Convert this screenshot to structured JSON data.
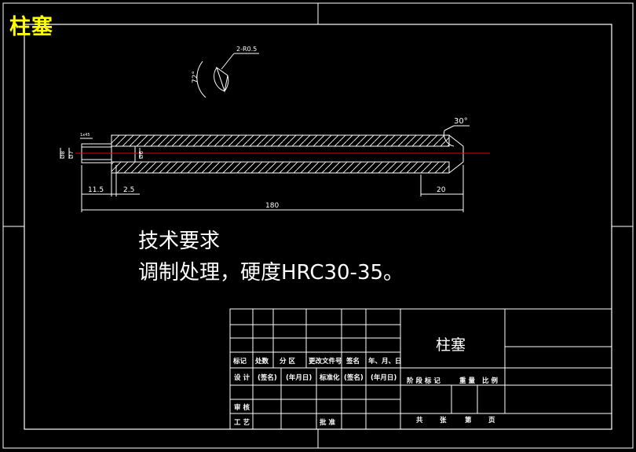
{
  "corner_title": "柱塞",
  "annotations": {
    "chamfer": "2-R0.5",
    "angle_72": "72°",
    "angle_30": "30°",
    "thread_small": "1x45",
    "dia_8": "Ø8",
    "dia_7": "Ø7",
    "dia_6": "Ø6",
    "dim_11_5": "11.5",
    "dim_2_5": "2.5",
    "dim_20": "20",
    "dim_180": "180"
  },
  "requirements": {
    "title": "技术要求",
    "line1": "调制处理，硬度HRC30-35。"
  },
  "title_block": {
    "part_name": "柱塞",
    "row_revision": [
      "标记",
      "处数",
      "分 区",
      "更改文件号",
      "签名",
      "年、月、日"
    ],
    "row_design": [
      "设 计",
      "(签名)",
      "(年月日)",
      "标准化",
      "(签名)",
      "(年月日)"
    ],
    "review": "审 核",
    "process": "工 艺",
    "approve": "批 准",
    "stage_row": [
      "阶 段 标 记",
      "重 量",
      "比 例"
    ],
    "sheet_row": [
      "共",
      "张",
      "第",
      "页"
    ]
  }
}
